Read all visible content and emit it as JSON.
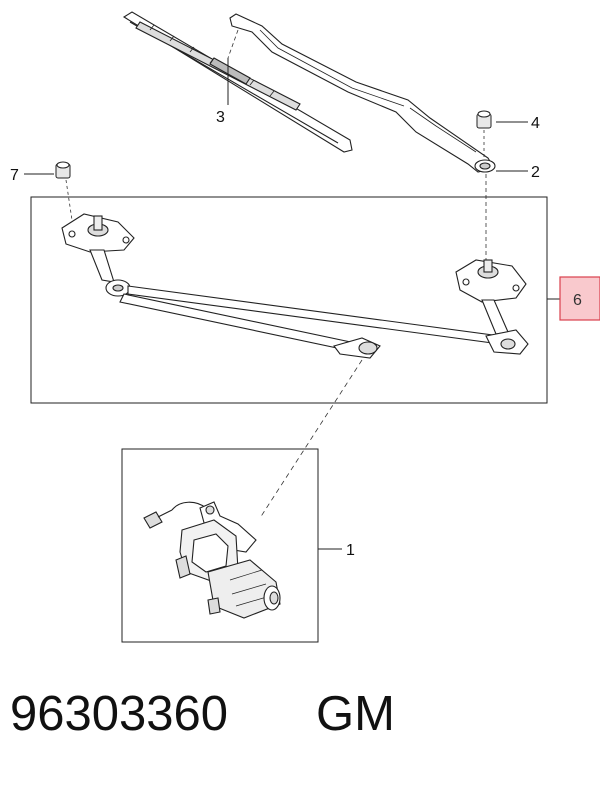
{
  "callouts": {
    "c1": "1",
    "c2": "2",
    "c3": "3",
    "c4": "4",
    "c6": "6",
    "c7": "7"
  },
  "footer": {
    "part_number": "96303360",
    "brand": "GM"
  },
  "colors": {
    "highlight_fill": "#f9c9cd",
    "highlight_stroke": "#d9404c",
    "line": "#222222"
  }
}
